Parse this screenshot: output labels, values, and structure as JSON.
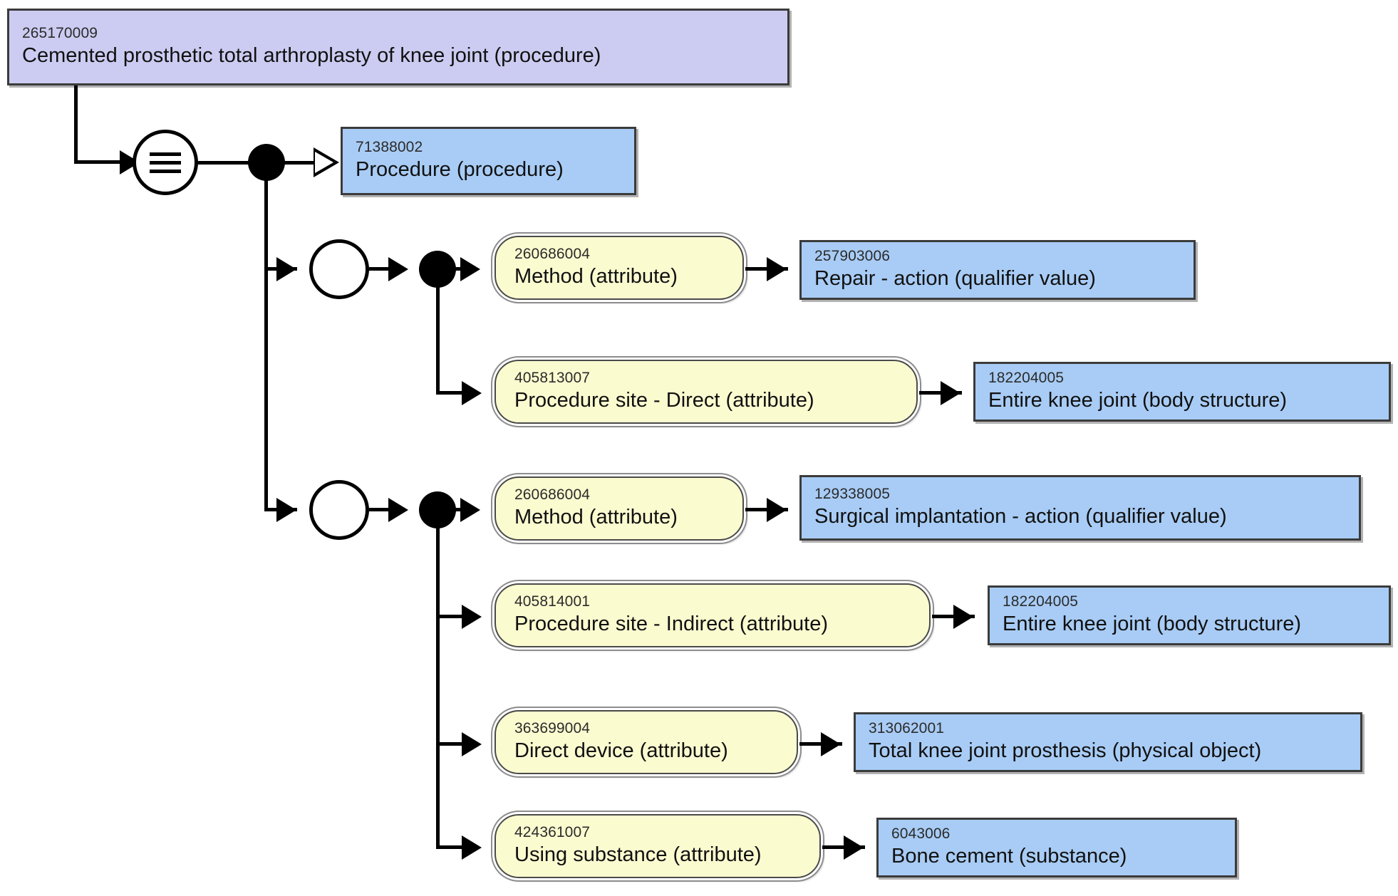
{
  "diagram": {
    "type": "snomed-ct-concept-model-diagram",
    "focus_concept": {
      "sctid": "265170009",
      "term": "Cemented prosthetic total arthroplasty of knee joint (procedure)"
    },
    "parents": [
      {
        "sctid": "71388002",
        "term": "Procedure (procedure)"
      }
    ],
    "role_groups": [
      {
        "relationships": [
          {
            "attribute": {
              "sctid": "260686004",
              "term": "Method (attribute)"
            },
            "value": {
              "sctid": "257903006",
              "term": "Repair - action (qualifier value)"
            }
          },
          {
            "attribute": {
              "sctid": "405813007",
              "term": "Procedure site - Direct (attribute)"
            },
            "value": {
              "sctid": "182204005",
              "term": "Entire knee joint (body structure)"
            }
          }
        ]
      },
      {
        "relationships": [
          {
            "attribute": {
              "sctid": "260686004",
              "term": "Method (attribute)"
            },
            "value": {
              "sctid": "129338005",
              "term": "Surgical implantation - action (qualifier value)"
            }
          },
          {
            "attribute": {
              "sctid": "405814001",
              "term": "Procedure site - Indirect (attribute)"
            },
            "value": {
              "sctid": "182204005",
              "term": "Entire knee joint (body structure)"
            }
          },
          {
            "attribute": {
              "sctid": "363699004",
              "term": "Direct device (attribute)"
            },
            "value": {
              "sctid": "313062001",
              "term": "Total knee joint prosthesis (physical object)"
            }
          },
          {
            "attribute": {
              "sctid": "424361007",
              "term": "Using substance (attribute)"
            },
            "value": {
              "sctid": "6043006",
              "term": "Bone cement (substance)"
            }
          }
        ]
      }
    ],
    "colors": {
      "focus_concept_fill": "#ccccf2",
      "concept_fill": "#a8ccf5",
      "attribute_fill": "#fbfbd0",
      "border": "#3b3b3b",
      "connector": "#000000"
    }
  }
}
